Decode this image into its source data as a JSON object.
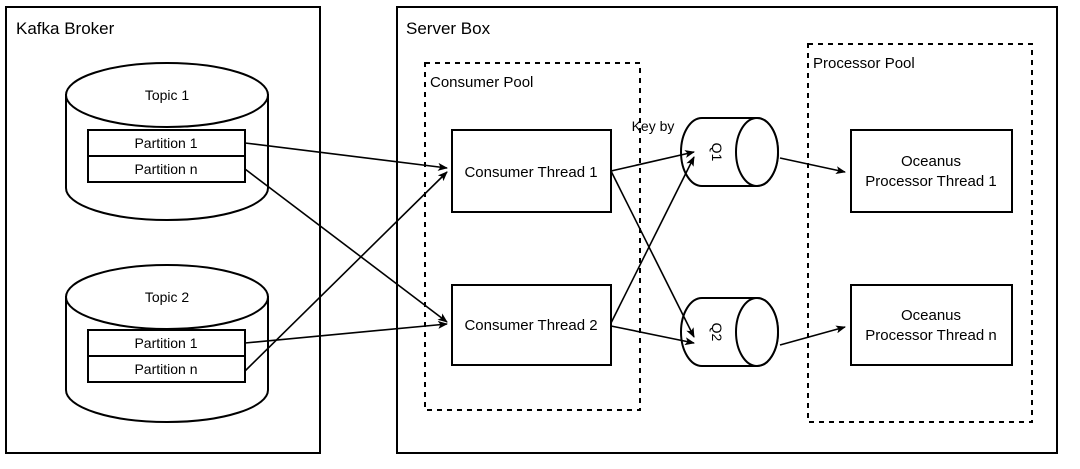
{
  "diagram": {
    "type": "architecture-flow-diagram",
    "background": "#ffffff",
    "stroke_color": "#000000",
    "containers": [
      {
        "id": "kafka-broker",
        "label": "Kafka Broker",
        "style": "solid"
      },
      {
        "id": "server-box",
        "label": "Server Box",
        "style": "solid"
      }
    ],
    "pools": [
      {
        "id": "consumer-pool",
        "label": "Consumer Pool",
        "style": "dashed"
      },
      {
        "id": "processor-pool",
        "label": "Processor Pool",
        "style": "dashed"
      }
    ],
    "topics": [
      {
        "id": "topic-1",
        "label": "Topic 1",
        "partitions": [
          {
            "id": "topic-1-partition-1",
            "label": "Partition 1"
          },
          {
            "id": "topic-1-partition-n",
            "label": "Partition n"
          }
        ]
      },
      {
        "id": "topic-2",
        "label": "Topic 2",
        "partitions": [
          {
            "id": "topic-2-partition-1",
            "label": "Partition 1"
          },
          {
            "id": "topic-2-partition-n",
            "label": "Partition n"
          }
        ]
      }
    ],
    "consumer_threads": [
      {
        "id": "consumer-thread-1",
        "label": "Consumer Thread 1"
      },
      {
        "id": "consumer-thread-2",
        "label": "Consumer Thread 2"
      }
    ],
    "queues": [
      {
        "id": "queue-q1",
        "label": "Q1",
        "orientation": "horizontal-cylinder"
      },
      {
        "id": "queue-q2",
        "label": "Q2",
        "orientation": "horizontal-cylinder"
      }
    ],
    "processor_threads": [
      {
        "id": "processor-thread-1",
        "line1": "Oceanus",
        "line2": "Processor Thread 1"
      },
      {
        "id": "processor-thread-n",
        "line1": "Oceanus",
        "line2": "Processor Thread n"
      }
    ],
    "edge_labels": [
      {
        "id": "key-by-label",
        "label": "Key by"
      }
    ],
    "edges": [
      {
        "from": "topic-1-partition-1",
        "to": "consumer-thread-1",
        "arrow": true
      },
      {
        "from": "topic-1-partition-n",
        "to": "consumer-thread-2",
        "arrow": true
      },
      {
        "from": "topic-2-partition-1",
        "to": "consumer-thread-2",
        "arrow": true
      },
      {
        "from": "topic-2-partition-n",
        "to": "consumer-thread-1",
        "arrow": true
      },
      {
        "from": "consumer-thread-1",
        "to": "queue-q1",
        "arrow": true
      },
      {
        "from": "consumer-thread-1",
        "to": "queue-q2",
        "arrow": true
      },
      {
        "from": "consumer-thread-2",
        "to": "queue-q1",
        "arrow": true
      },
      {
        "from": "consumer-thread-2",
        "to": "queue-q2",
        "arrow": true
      },
      {
        "from": "queue-q1",
        "to": "processor-thread-1",
        "arrow": true
      },
      {
        "from": "queue-q2",
        "to": "processor-thread-n",
        "arrow": true
      }
    ]
  }
}
